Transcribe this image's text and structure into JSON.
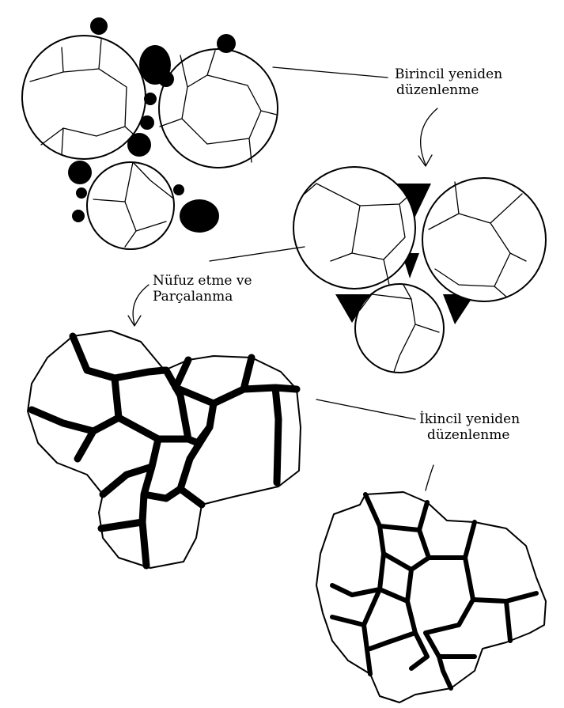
{
  "stages": [
    {
      "label_line1": "Birincil yeniden",
      "label_line2": "düzenlenme"
    },
    {
      "label_line1": "Nüfuz etme ve",
      "label_line2": "Parçalanma"
    },
    {
      "label_line1": "İkincil yeniden",
      "label_line2": "düzenlenme"
    }
  ],
  "colors": {
    "ink": "#000000",
    "background": "#ffffff"
  }
}
